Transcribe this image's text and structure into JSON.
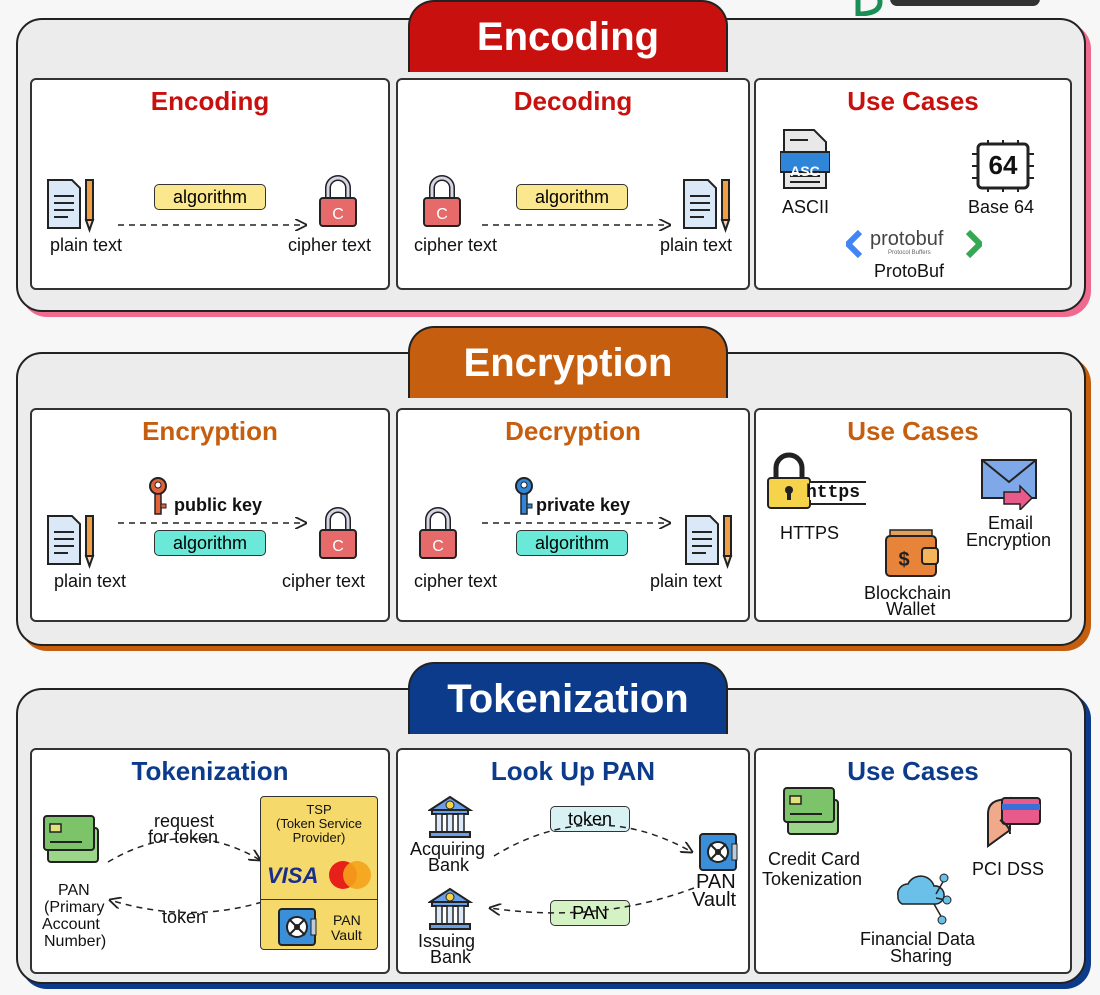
{
  "colors": {
    "encoding": "#c8110f",
    "encryption": "#c65e0f",
    "tokenization": "#0b3b8a"
  },
  "encoding": {
    "tab": "Encoding",
    "encode": {
      "title": "Encoding",
      "pill": "algorithm",
      "left": "plain text",
      "right": "cipher text"
    },
    "decode": {
      "title": "Decoding",
      "pill": "algorithm",
      "left": "cipher text",
      "right": "plain text"
    },
    "uses": {
      "title": "Use Cases",
      "ascii_badge": "ASC",
      "ascii": "ASCII",
      "base64_badge": "64",
      "base64": "Base 64",
      "protobuf_logo": "protobuf",
      "protobuf_sub": "Protocol Buffers",
      "protobuf": "ProtoBuf"
    }
  },
  "encryption": {
    "tab": "Encryption",
    "encrypt": {
      "title": "Encryption",
      "key": "public key",
      "pill": "algorithm",
      "left": "plain text",
      "right": "cipher text"
    },
    "decrypt": {
      "title": "Decryption",
      "key": "private key",
      "pill": "algorithm",
      "left": "cipher text",
      "right": "plain text"
    },
    "uses": {
      "title": "Use Cases",
      "https_badge": "https",
      "https": "HTTPS",
      "email": [
        "Email",
        "Encryption"
      ],
      "wallet": [
        "Blockchain",
        "Wallet"
      ]
    }
  },
  "tokenization": {
    "tab": "Tokenization",
    "tokenize": {
      "title": "Tokenization",
      "request": [
        "request",
        "for token"
      ],
      "token": "token",
      "pan": [
        "PAN",
        "(Primary",
        "Account",
        "Number)"
      ],
      "tsp": [
        "TSP",
        "(Token Service",
        "Provider)"
      ],
      "visa": "VISA",
      "vault": [
        "PAN",
        "Vault"
      ]
    },
    "lookup": {
      "title": "Look Up PAN",
      "token_pill": "token",
      "pan_pill": "PAN",
      "acquiring": [
        "Acquiring",
        "Bank"
      ],
      "issuing": [
        "Issuing",
        "Bank"
      ],
      "vault": [
        "PAN",
        "Vault"
      ]
    },
    "uses": {
      "title": "Use Cases",
      "card": [
        "Credit Card",
        "Tokenization"
      ],
      "pci": "PCI DSS",
      "financial": [
        "Financial Data",
        "Sharing"
      ]
    }
  }
}
